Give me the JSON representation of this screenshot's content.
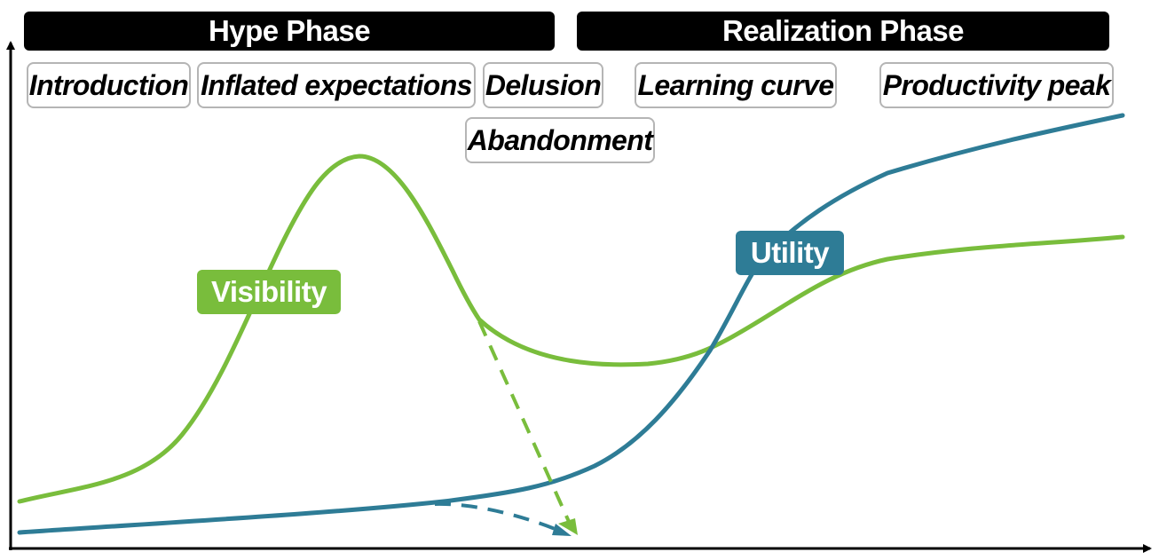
{
  "phases": {
    "hype": "Hype Phase",
    "realization": "Realization Phase"
  },
  "stages": {
    "introduction": "Introduction",
    "inflated": "Inflated expectations",
    "delusion": "Delusion",
    "abandonment": "Abandonment",
    "learning": "Learning curve",
    "productivity": "Productivity peak"
  },
  "curves": {
    "visibility": {
      "label": "Visibility",
      "color": "#79bd3c"
    },
    "utility": {
      "label": "Utility",
      "color": "#2e7c96"
    }
  },
  "colors": {
    "phase_bar": "#000000",
    "axis": "#000000",
    "stage_border": "#b5b5b5"
  }
}
